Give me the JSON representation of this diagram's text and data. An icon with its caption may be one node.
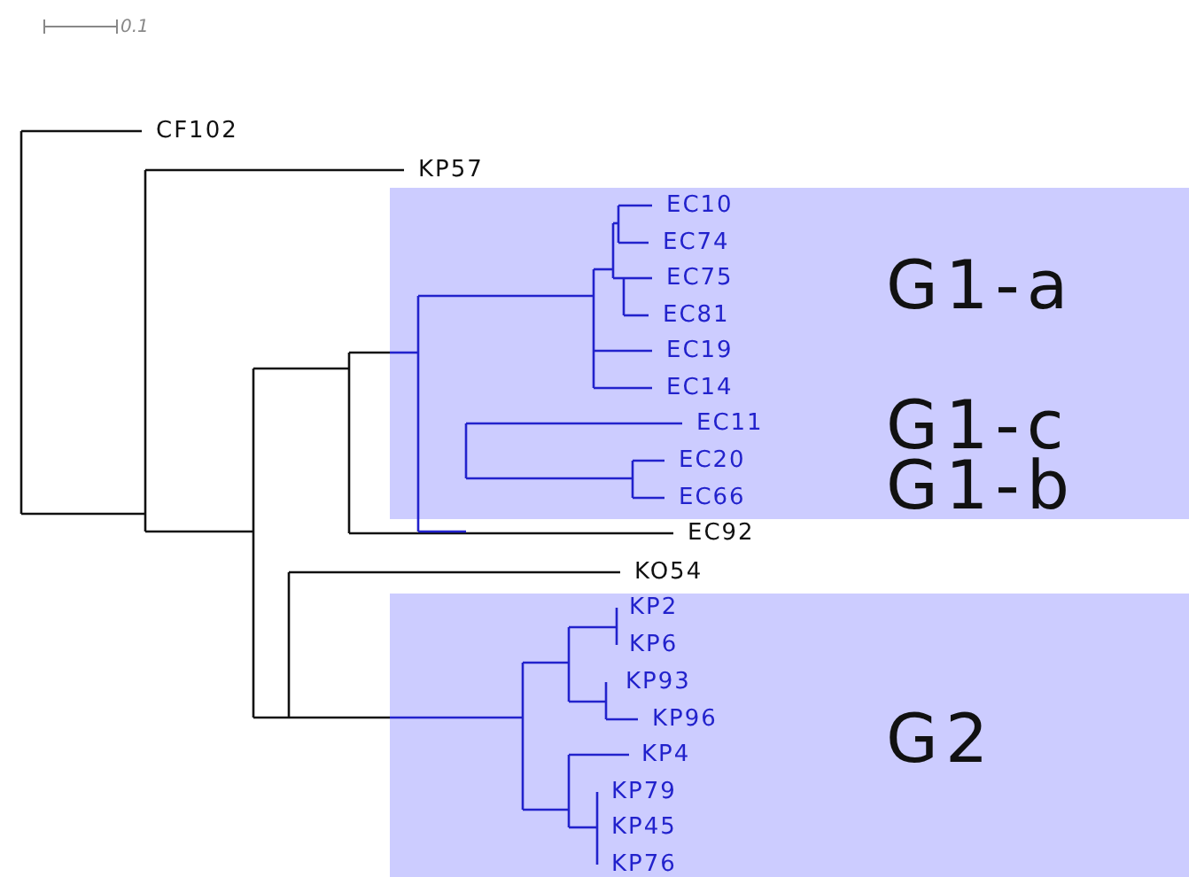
{
  "diagram": {
    "nodes": [
      {
        "text": [
          "G1-a",
          "G1-c",
          "G1-b"
        ]
      },
      {
        "text": [
          "G2"
        ]
      }
    ],
    "labels": [
      "0.1",
      "CF102",
      "KP57",
      "EC10",
      "EC74",
      "EC75",
      "EC81",
      "EC19",
      "EC14",
      "EC11",
      "EC20",
      "EC66",
      "EC92",
      "KO54",
      "KP2",
      "KP6",
      "KP93",
      "KP96",
      "KP4",
      "KP79",
      "KP45",
      "KP76"
    ]
  }
}
